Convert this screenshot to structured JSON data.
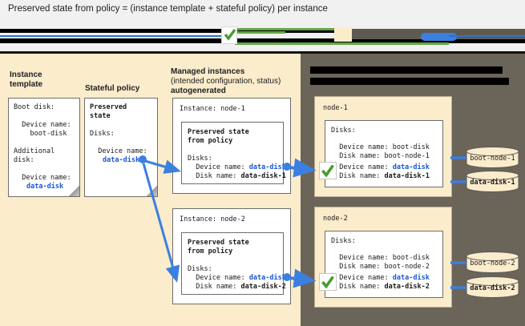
{
  "title": "Preserved state from policy = (instance template + stateful policy) per instance",
  "legend": {
    "check_icon": "check-mark-icon",
    "redacted": true
  },
  "colors": {
    "cream": "#fbeccc",
    "right_panel": "#6b6459",
    "blue_accent": "#1a56db",
    "green_check": "#4a9c2d",
    "connector_blue": "#3b7fe0"
  },
  "left_panel": {
    "columns": [
      {
        "heading_line1": "Instance",
        "heading_line2": "template",
        "card": {
          "lines": [
            "Boot disk:",
            "",
            "  Device name:",
            "    boot-disk",
            "",
            "Additional",
            "disk:",
            "",
            "  Device name:",
            "    data-disk"
          ],
          "highlight": "data-disk"
        }
      },
      {
        "heading_line1": "Stateful policy",
        "heading_line2": "",
        "card": {
          "title_line1": "Preserved",
          "title_line2": "state",
          "lines": [
            "Disks:",
            "",
            "  Device name:",
            "    data-disk"
          ],
          "highlight": "data-disk"
        }
      }
    ],
    "managed": {
      "heading_line1": "Managed instances",
      "heading_line2": "(intended configuration, status)",
      "heading_line3": "autogenerated",
      "instances": [
        {
          "label": "Instance: node-1",
          "inner_title_line1": "Preserved state",
          "inner_title_line2": "from policy",
          "disks_label": "Disks:",
          "device_name_label": "  Device name: ",
          "device_name_value": "data-disk",
          "disk_name_label": "  Disk name: ",
          "disk_name_value": "data-disk-1"
        },
        {
          "label": "Instance: node-2",
          "inner_title_line1": "Preserved state",
          "inner_title_line2": "from policy",
          "disks_label": "Disks:",
          "device_name_label": "  Device name: ",
          "device_name_value": "data-disk",
          "disk_name_label": "  Disk name: ",
          "disk_name_value": "data-disk-2"
        }
      ]
    }
  },
  "right_panel": {
    "header_redacted": true,
    "nodes": [
      {
        "name": "node-1",
        "disks_label": "Disks:",
        "boot_device_label": "  Device name: ",
        "boot_device_value": "boot-disk",
        "boot_disk_label": "  Disk name: ",
        "boot_disk_value": "boot-node-1",
        "data_device_label": "  Device name: ",
        "data_device_value": "data-disk",
        "data_disk_label": "  Disk name: ",
        "data_disk_value": "data-disk-1",
        "status_icon": "green-check-icon"
      },
      {
        "name": "node-2",
        "disks_label": "Disks:",
        "boot_device_label": "  Device name: ",
        "boot_device_value": "boot-disk",
        "boot_disk_label": "  Disk name: ",
        "boot_disk_value": "boot-node-2",
        "data_device_label": "  Device name: ",
        "data_device_value": "data-disk",
        "data_disk_label": "  Disk name: ",
        "data_disk_value": "data-disk-2",
        "status_icon": "green-check-icon"
      }
    ],
    "disks": [
      {
        "label": "boot-node-1"
      },
      {
        "label": "data-disk-1"
      },
      {
        "label": "boot-node-2"
      },
      {
        "label": "data-disk-2"
      }
    ]
  }
}
